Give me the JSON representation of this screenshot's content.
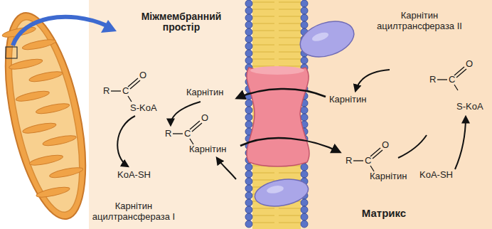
{
  "diagram": {
    "nodes": [
      {
        "text": [
          "Міжмембранний простір"
        ]
      },
      {
        "text": [
          "Карнітин ацилтрансфераза II"
        ]
      },
      {
        "text": [
          "Карнітин ацилтрансфераза I"
        ]
      },
      {
        "text": [
          "Матрикс"
        ]
      }
    ],
    "labels": [
      "R",
      "C",
      "O",
      "S-KoA",
      "Карнітин",
      "R",
      "C",
      "O",
      "Карнітин",
      "KoA-SH",
      "Карнітин",
      "R",
      "C",
      "O",
      "S-KoA",
      "R",
      "C",
      "O",
      "Карнітин",
      "KoA-SH"
    ]
  }
}
